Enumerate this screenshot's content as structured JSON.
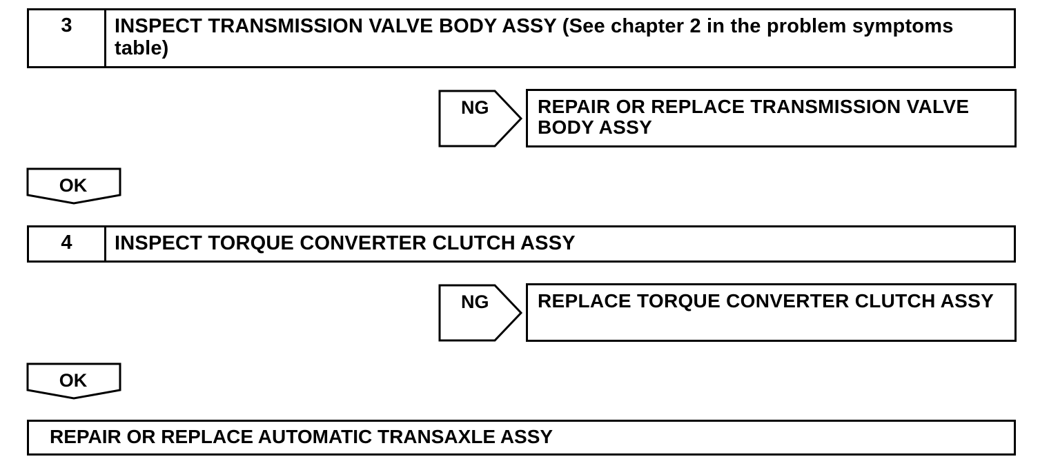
{
  "steps": [
    {
      "number": "3",
      "title": "INSPECT TRANSMISSION VALVE BODY ASSY (See chapter 2 in the problem symptoms table)",
      "ng_label": "NG",
      "ng_action": "REPAIR OR REPLACE TRANSMISSION VALVE BODY ASSY",
      "ok_label": "OK"
    },
    {
      "number": "4",
      "title": "INSPECT TORQUE CONVERTER CLUTCH ASSY",
      "ng_label": "NG",
      "ng_action": "REPLACE TORQUE CONVERTER CLUTCH ASSY",
      "ok_label": "OK"
    }
  ],
  "final_action": "REPAIR OR REPLACE AUTOMATIC TRANSAXLE ASSY"
}
